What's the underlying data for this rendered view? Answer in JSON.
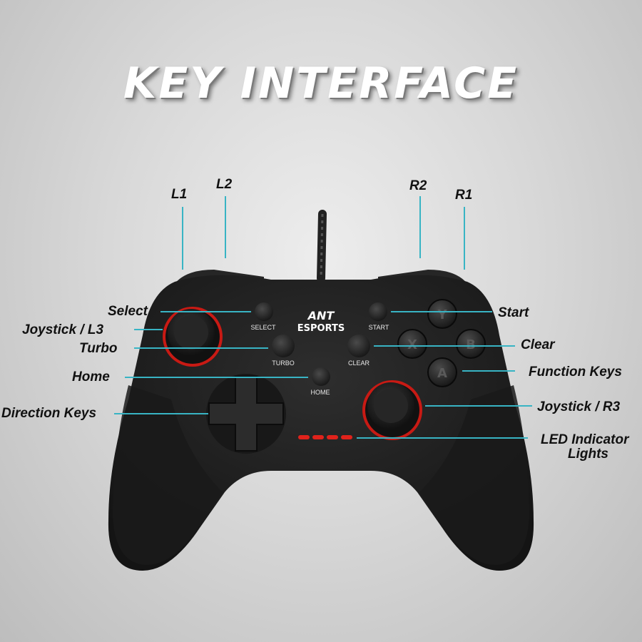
{
  "title": "KEY INTERFACE",
  "labels": {
    "l1": "L1",
    "l2": "L2",
    "r2": "R2",
    "r1": "R1",
    "select": "Select",
    "joystick_l3": "Joystick / L3",
    "turbo": "Turbo",
    "home": "Home",
    "direction_keys": "Direction Keys",
    "start": "Start",
    "clear": "Clear",
    "function_keys": "Function Keys",
    "joystick_r3": "Joystick / R3",
    "led_line1": "LED Indicator",
    "led_line2": "Lights"
  },
  "controller": {
    "brand_top": "ANT",
    "brand_bottom": "ESPORTS",
    "select_button": "SELECT",
    "start_button": "START",
    "turbo_button": "TURBO",
    "clear_button": "CLEAR",
    "home_button": "HOME",
    "face_buttons": [
      "Y",
      "X",
      "B",
      "A"
    ]
  },
  "colors": {
    "leader_line": "#38b4c4",
    "body": "#1c1c1c",
    "accent_red": "#e0221b"
  }
}
